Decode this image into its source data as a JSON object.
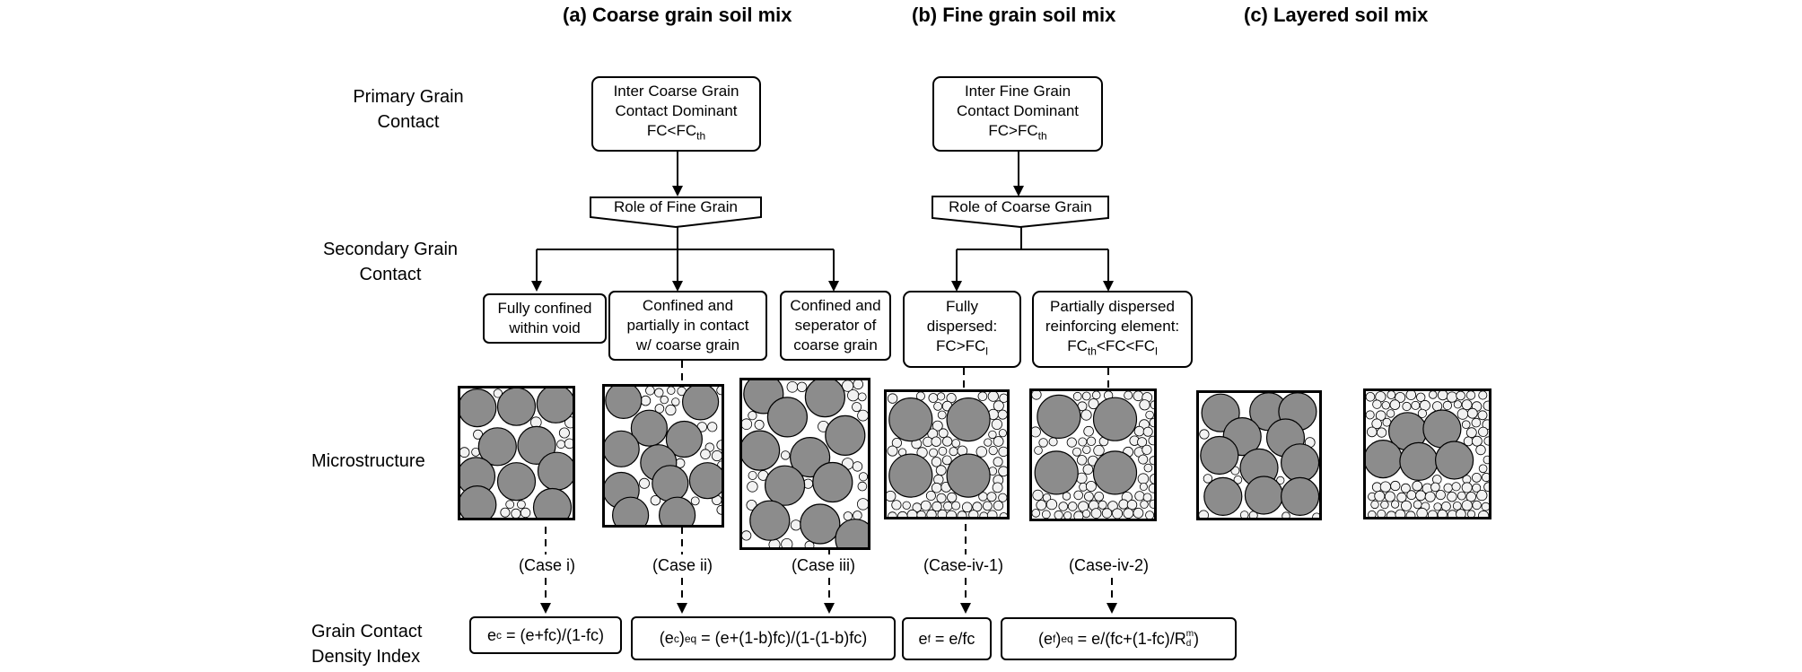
{
  "columns": {
    "a": "(a) Coarse grain soil mix",
    "b": "(b) Fine grain soil mix",
    "c": "(c) Layered soil mix"
  },
  "rows": {
    "primary": [
      "Primary Grain",
      "Contact"
    ],
    "secondary": [
      "Secondary Grain",
      "Contact"
    ],
    "micro": "Microstructure",
    "density": [
      "Grain Contact",
      "Density Index"
    ]
  },
  "primary_boxes": {
    "coarse": {
      "line1": "Inter Coarse Grain",
      "line2": "Contact Dominant",
      "cond": "FC<FC",
      "sub": "th"
    },
    "fine": {
      "line1": "Inter Fine Grain",
      "line2": "Contact Dominant",
      "cond": "FC>FC",
      "sub": "th"
    }
  },
  "role_labels": {
    "fine": "Role of Fine Grain",
    "coarse": "Role of Coarse Grain"
  },
  "secondary_boxes": {
    "i": [
      "Fully confined",
      "within void"
    ],
    "ii": [
      "Confined and",
      "partially in contact",
      "w/ coarse grain"
    ],
    "iii": [
      "Confined and",
      "seperator of",
      "coarse grain"
    ],
    "iv1": {
      "line1": "Fully",
      "line2": "dispersed:",
      "cond": "FC>FC",
      "sub": "l"
    },
    "iv2": {
      "line1": "Partially dispersed",
      "line2": "reinforcing element:",
      "a": "FC",
      "asub": "th",
      "b": "<FC<FC",
      "bsub": "l"
    }
  },
  "cases": [
    "(Case i)",
    "(Case ii)",
    "(Case iii)",
    "(Case-iv-1)",
    "(Case-iv-2)"
  ],
  "formulas": {
    "c": {
      "lhs": "e",
      "sub": "c",
      "rhs": " = (e+fc)/(1-fc)"
    },
    "ceq": {
      "open": "(e",
      "sub": "c",
      "close": ")",
      "eqsub": "eq",
      "rhs": " = (e+(1-b)fc)/(1-(1-b)fc)"
    },
    "f": {
      "lhs": "e",
      "sub": "f",
      "rhs": " = e/fc"
    },
    "feq": {
      "open": "(e",
      "sub": "f",
      "close": ")",
      "eqsub": "eq",
      "rhs": " = e/(fc+(1-fc)/R",
      "rsub": "d",
      "rsup": "m",
      "end": ")"
    }
  },
  "colors": {
    "coarse_grain": "#8c8c8c",
    "fine_grain": "#f2f2f2",
    "stroke": "#000000"
  }
}
